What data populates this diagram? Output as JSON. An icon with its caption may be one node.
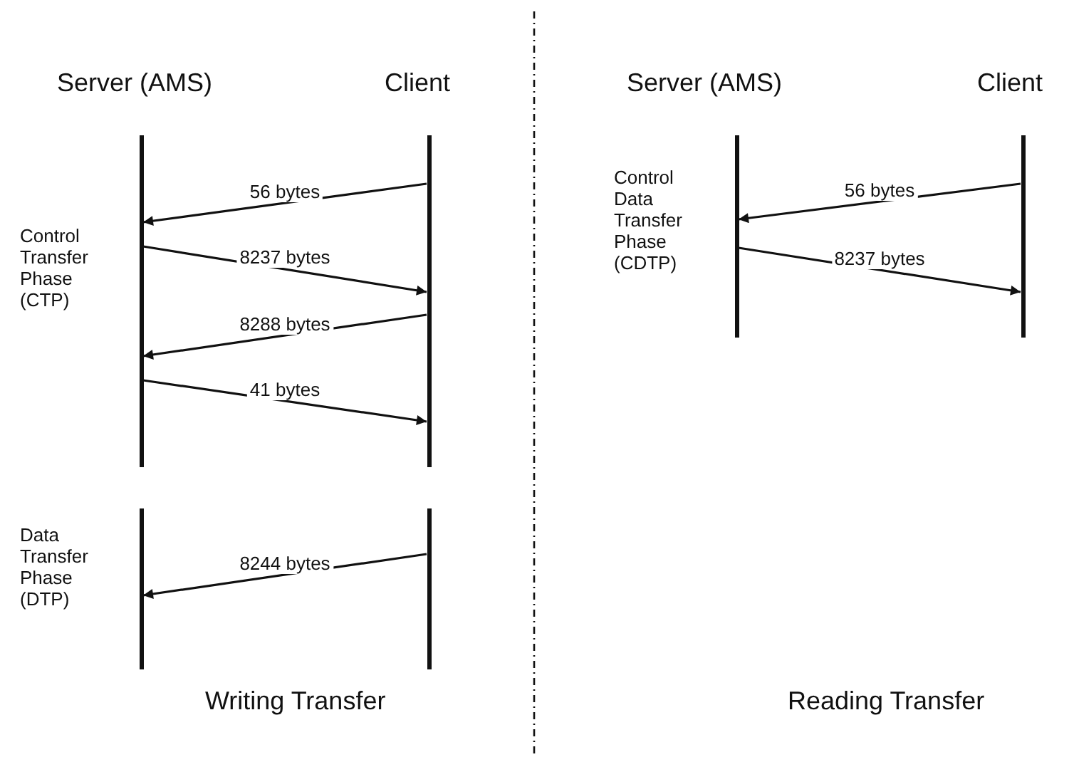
{
  "diagram": {
    "nodes": [
      {
        "text": [],
        "shape": "bar",
        "beside": [
          "Server (AMS)"
        ]
      },
      {
        "text": [],
        "shape": "bar",
        "beside": [
          "Client"
        ]
      },
      {
        "text": [],
        "shape": "bar"
      },
      {
        "text": [],
        "shape": "bar"
      },
      {
        "text": [],
        "shape": "bar",
        "beside": [
          "Server (AMS)"
        ]
      },
      {
        "text": [],
        "shape": "bar",
        "beside": [
          "Client"
        ]
      }
    ],
    "edges": [
      {
        "from": 1,
        "to": 0,
        "arrow": "to",
        "label": "56 bytes"
      },
      {
        "from": 0,
        "to": 1,
        "arrow": "to",
        "label": "8237 bytes"
      },
      {
        "from": 1,
        "to": 0,
        "arrow": "to",
        "label": "8288 bytes"
      },
      {
        "from": 0,
        "to": 1,
        "arrow": "to",
        "label": "41 bytes"
      },
      {
        "from": 3,
        "to": 2,
        "arrow": "to",
        "label": "8244 bytes"
      },
      {
        "from": 5,
        "to": 4,
        "arrow": "to",
        "label": "56 bytes"
      },
      {
        "from": 4,
        "to": 5,
        "arrow": "to",
        "label": "8237 bytes"
      }
    ],
    "labels": [
      "Control Transfer Phase (CTP)",
      "Control Data Transfer Phase (CDTP)",
      "Data Transfer Phase (DTP)",
      "Writing Transfer",
      "Reading Transfer"
    ]
  }
}
